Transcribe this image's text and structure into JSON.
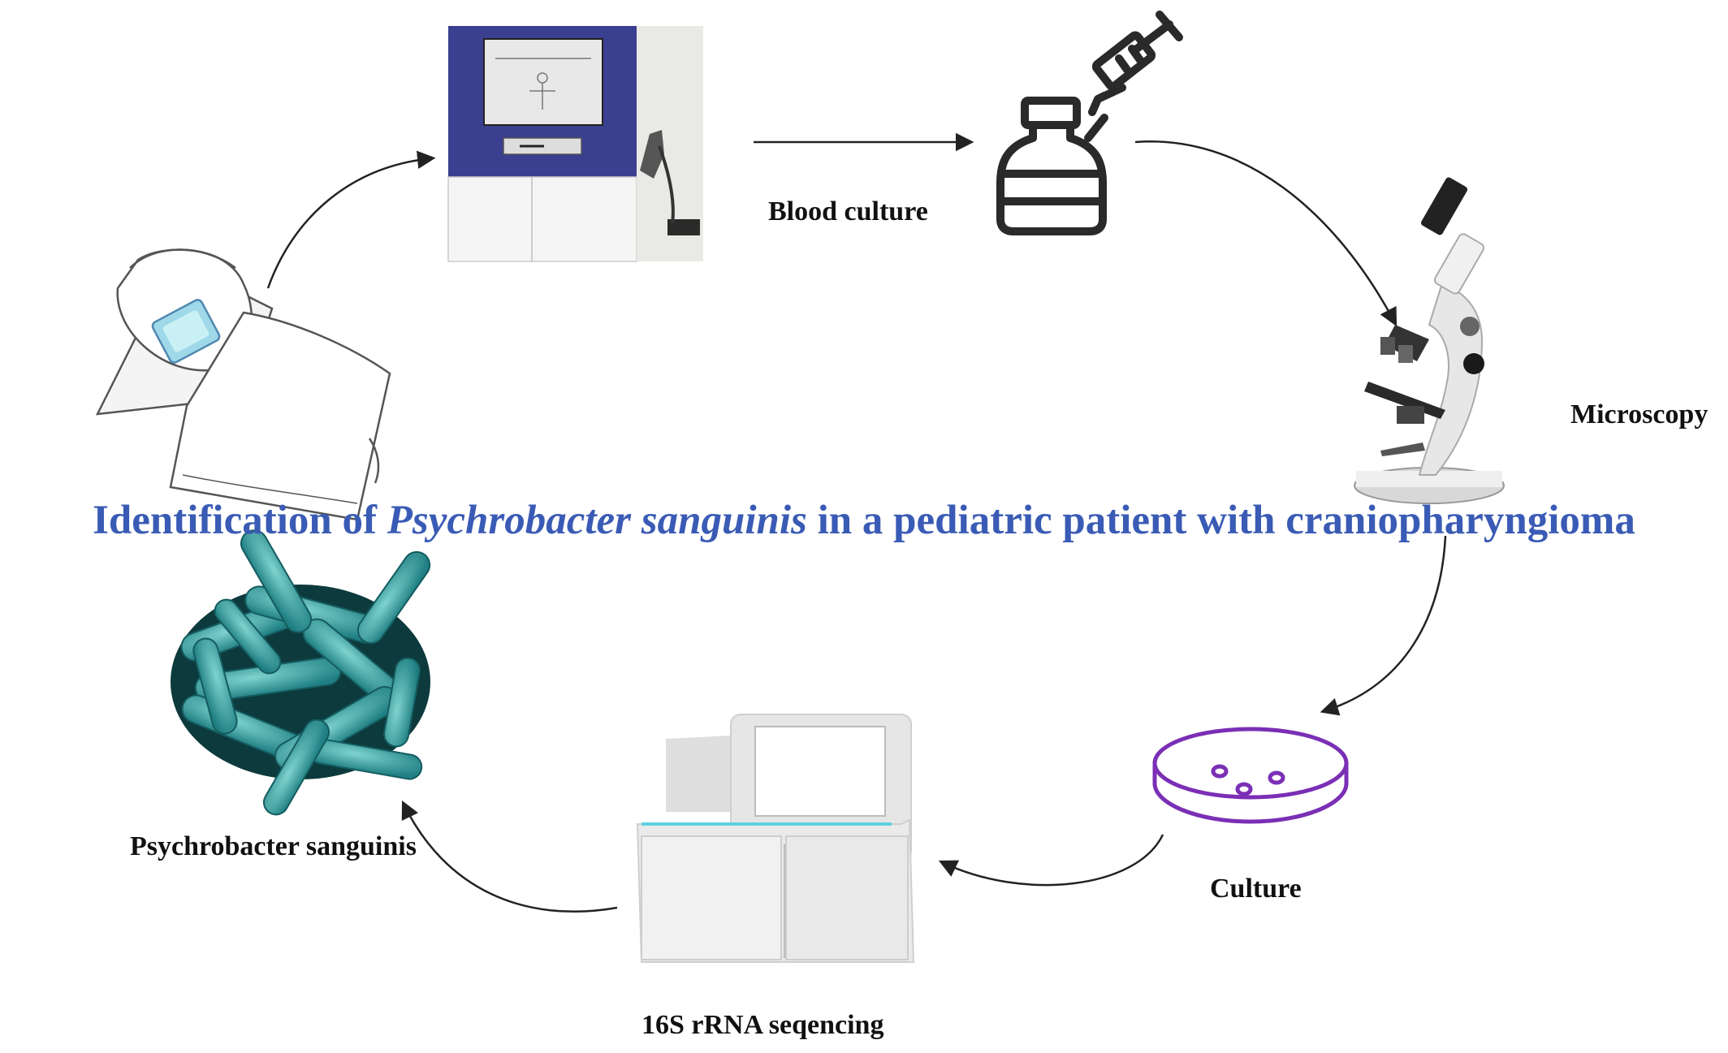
{
  "title": {
    "prefix": "Identification of ",
    "organism": "Psychrobacter sanguinis",
    "suffix": " in a pediatric patient with craniopharyngioma"
  },
  "steps": {
    "blood_culture": "Blood culture",
    "microscopy": "Microscopy",
    "culture": "Culture",
    "sequencing": "16S rRNA seqencing",
    "organism": "Psychrobacter sanguinis"
  },
  "colors": {
    "title": "#3a5bb5",
    "analyzer_panel": "#3b3f8f",
    "dish": "#7a2fb5",
    "bacteria": "#2f9ea0",
    "arrow": "#222222"
  },
  "icons": [
    "patient-in-bed-icon",
    "blood-culture-analyzer-icon",
    "syringe-vial-icon",
    "microscope-icon",
    "petri-dish-icon",
    "sequencer-icon",
    "bacteria-cluster-icon"
  ]
}
